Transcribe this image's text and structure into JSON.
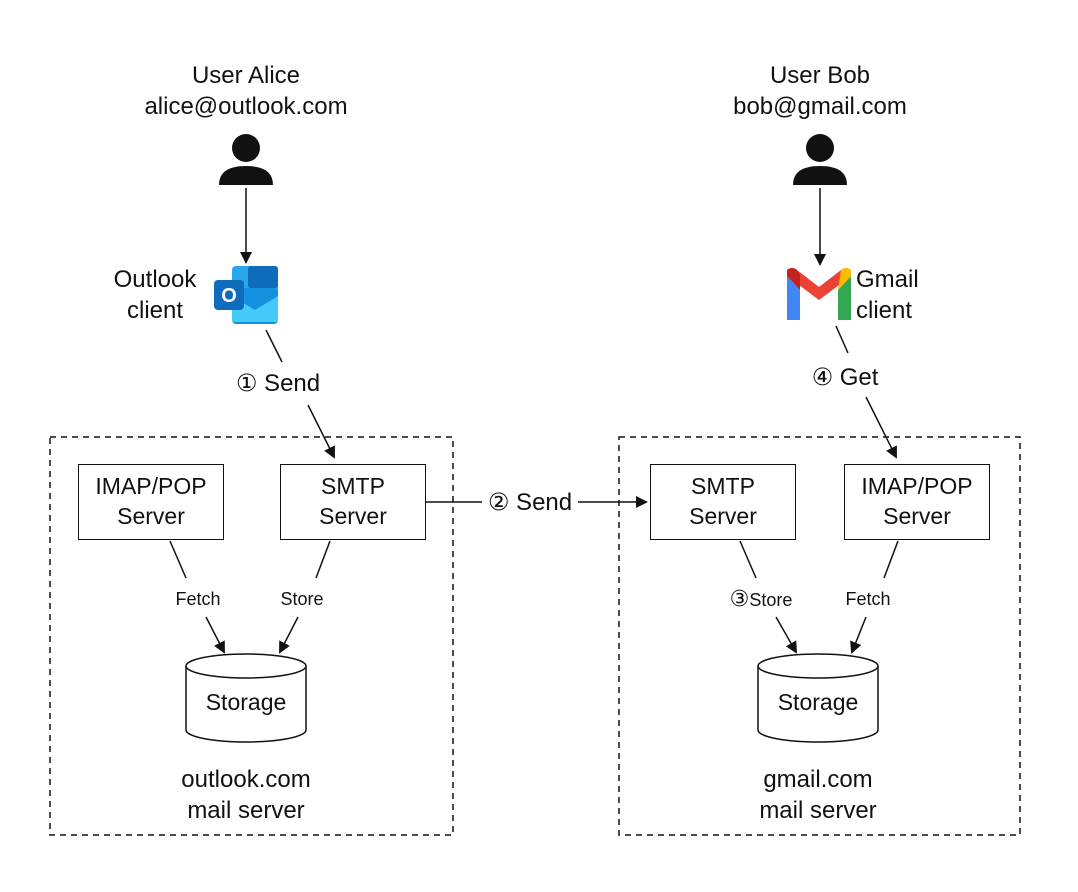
{
  "alice": {
    "name": "User Alice",
    "email": "alice@outlook.com"
  },
  "bob": {
    "name": "User Bob",
    "email": "bob@gmail.com"
  },
  "outlook_client": {
    "line1": "Outlook",
    "line2": "client"
  },
  "gmail_client": {
    "line1": "Gmail",
    "line2": "client"
  },
  "steps": {
    "s1": "① Send",
    "s2": "② Send",
    "s3": "③",
    "s3_label": "Store",
    "s4": "④ Get"
  },
  "outlook_server": {
    "imap": {
      "line1": "IMAP/POP",
      "line2": "Server"
    },
    "smtp": {
      "line1": "SMTP",
      "line2": "Server"
    },
    "fetch": "Fetch",
    "store": "Store",
    "storage": "Storage",
    "name_line1": "outlook.com",
    "name_line2": "mail server"
  },
  "gmail_server": {
    "smtp": {
      "line1": "SMTP",
      "line2": "Server"
    },
    "imap": {
      "line1": "IMAP/POP",
      "line2": "Server"
    },
    "fetch": "Fetch",
    "storage": "Storage",
    "name_line1": "gmail.com",
    "name_line2": "mail server"
  },
  "colors": {
    "outlook_blue": "#0f6cbd",
    "outlook_light": "#28a8ea",
    "gmail_red": "#ea4335",
    "gmail_blue": "#4285f4",
    "gmail_green": "#34a853",
    "gmail_yellow": "#fbbc04"
  }
}
